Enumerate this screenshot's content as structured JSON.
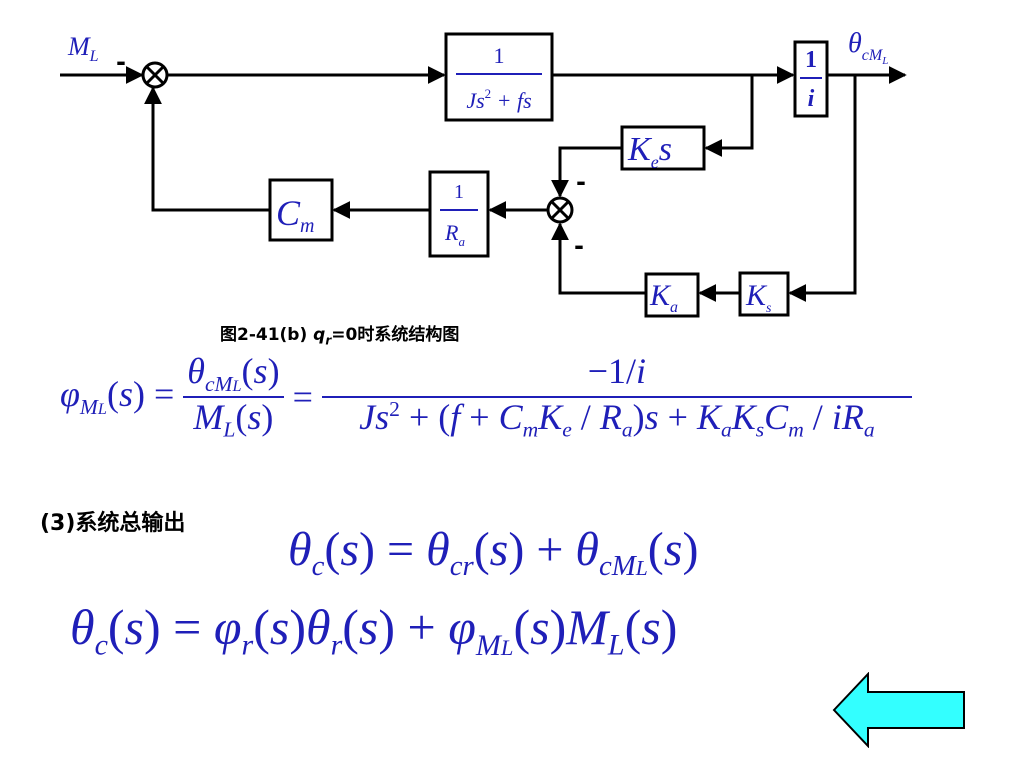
{
  "caption": {
    "figure_no": "图2-41(b)",
    "symbol": "q",
    "subscript": "r",
    "rest": "=0时系统结构图"
  },
  "section_label": "(3)系统总输出",
  "equations": {
    "transfer": "φ_ML(s) = θ_cML(s) / M_L(s) = −1/i / (Js² + (f + C_m K_e / R_a)s + K_a K_s C_m / iR_a)",
    "output_sum": "θ_c(s) = θ_cr(s) + θ_cML(s)",
    "output_full": "θ_c(s) = φ_r(s)θ_r(s) + φ_ML(s)M_L(s)"
  },
  "diagram": {
    "input_label": "M_L",
    "output_label": "θ_cM_L",
    "minus_sign": "-",
    "blocks": {
      "plant": "1/(Js² + fs)",
      "gear": "1/i",
      "ke": "K_e s",
      "inv_ra": "1/R_a",
      "cm": "C_m",
      "ka": "K_a",
      "ks": "K_s"
    }
  },
  "colors": {
    "equation_text": "#1f1fb8",
    "lines": "#000000",
    "back_arrow_fill": "#33ffff"
  },
  "icons": {
    "back": "left-arrow-icon"
  }
}
